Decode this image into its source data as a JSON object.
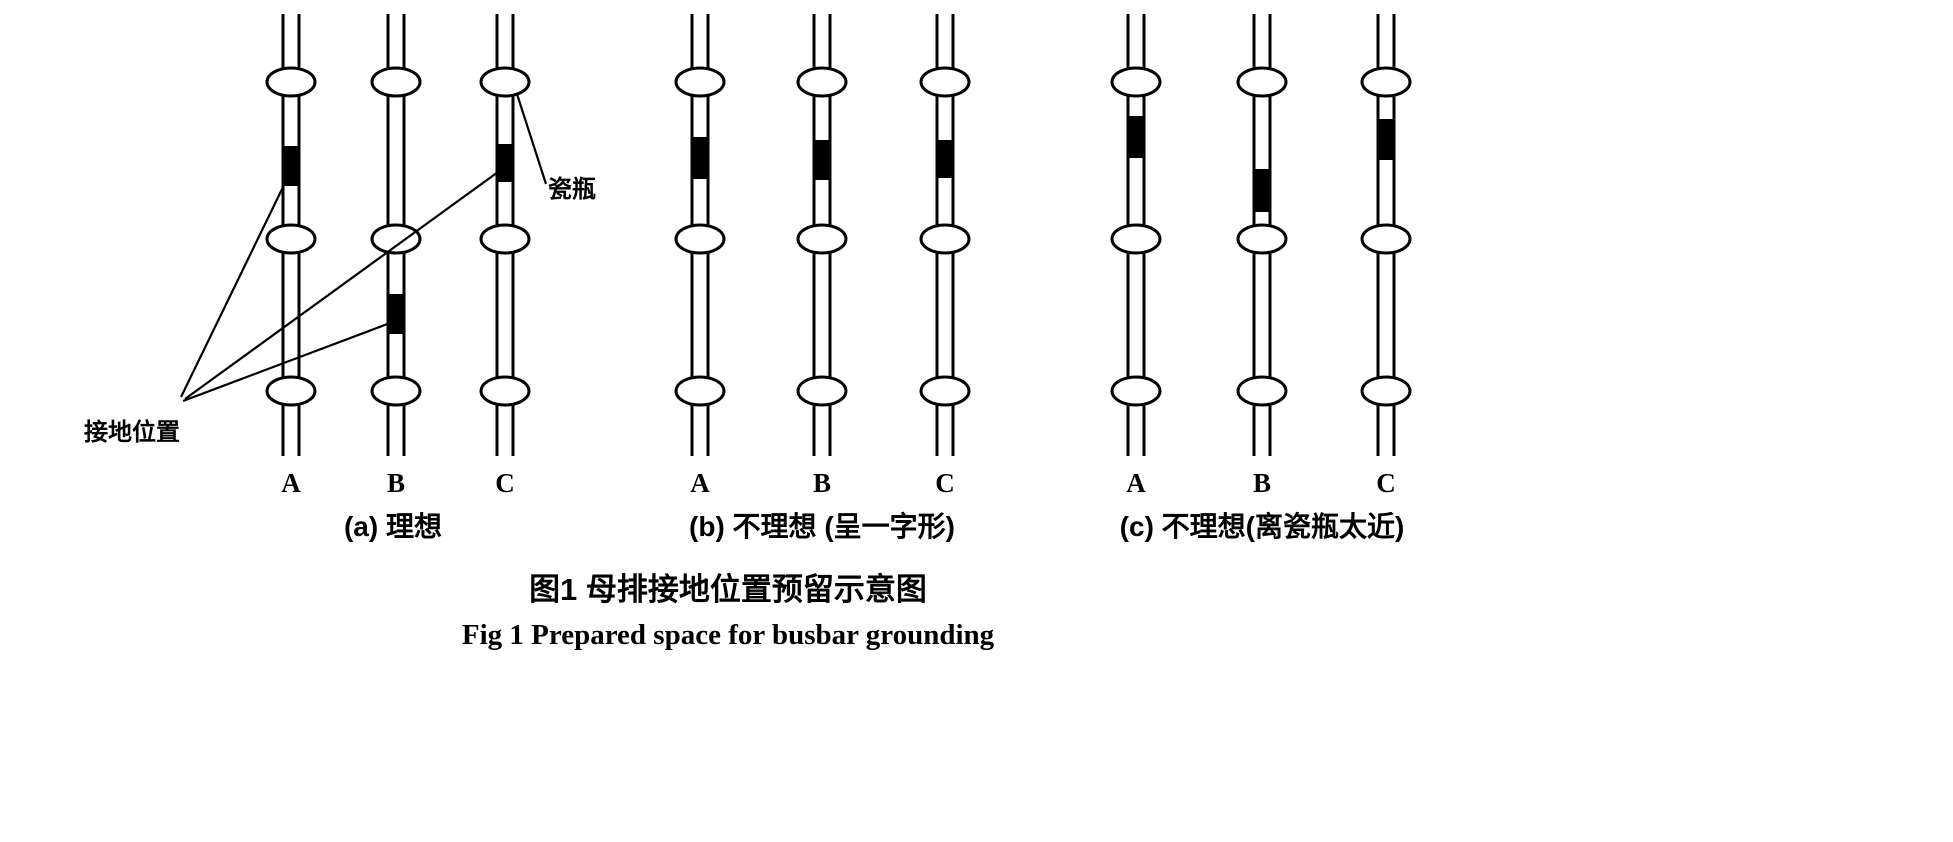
{
  "figure": {
    "annotations": {
      "insulator": "瓷瓶",
      "grounding": "接地位置"
    },
    "phases": [
      "A",
      "B",
      "C"
    ],
    "groups": [
      {
        "id": "a",
        "caption": "(a) 理想"
      },
      {
        "id": "b",
        "caption": "(b) 不理想 (呈一字形)"
      },
      {
        "id": "c",
        "caption": "(c) 不理想(离瓷瓶太近)"
      }
    ],
    "title_zh": "图1  母排接地位置预留示意图",
    "title_en": "Fig 1  Prepared space for busbar grounding",
    "colors": {
      "line": "#000000",
      "mark": "#0d0d0d",
      "background": "#ffffff"
    }
  }
}
